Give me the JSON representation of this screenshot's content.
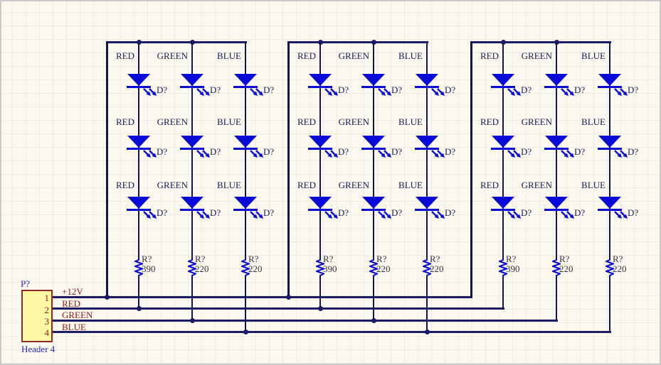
{
  "schematic": {
    "sheet_component": {
      "designator": "P?",
      "comment": "Header 4",
      "pins": [
        "1",
        "2",
        "3",
        "4"
      ]
    },
    "net_labels": [
      "+12V",
      "RED",
      "GREEN",
      "BLUE"
    ],
    "led_designator": "D?",
    "resistor_designator": "R?",
    "rows_per_column": 3,
    "groups": [
      {
        "columns": [
          {
            "net": "RED",
            "resistor_value": "390"
          },
          {
            "net": "GREEN",
            "resistor_value": "220"
          },
          {
            "net": "BLUE",
            "resistor_value": "220"
          }
        ]
      },
      {
        "columns": [
          {
            "net": "RED",
            "resistor_value": "390"
          },
          {
            "net": "GREEN",
            "resistor_value": "220"
          },
          {
            "net": "BLUE",
            "resistor_value": "220"
          }
        ]
      },
      {
        "columns": [
          {
            "net": "RED",
            "resistor_value": "390"
          },
          {
            "net": "GREEN",
            "resistor_value": "220"
          },
          {
            "net": "BLUE",
            "resistor_value": "220"
          }
        ]
      }
    ],
    "colors": {
      "bus_wire": "#1b1b66",
      "column_wire": "#15154d",
      "device_blue": "#0a0ad6",
      "net_label_red": "#8c1b1b",
      "component_label_blue": "#2a2aa8",
      "pin_text_navy": "#1d1d55",
      "resistor_text_gray": "#35353f",
      "header_fill": "#fcf7a3",
      "header_border": "#8c2b2b",
      "sheet_background": "#fbf8f0"
    }
  }
}
